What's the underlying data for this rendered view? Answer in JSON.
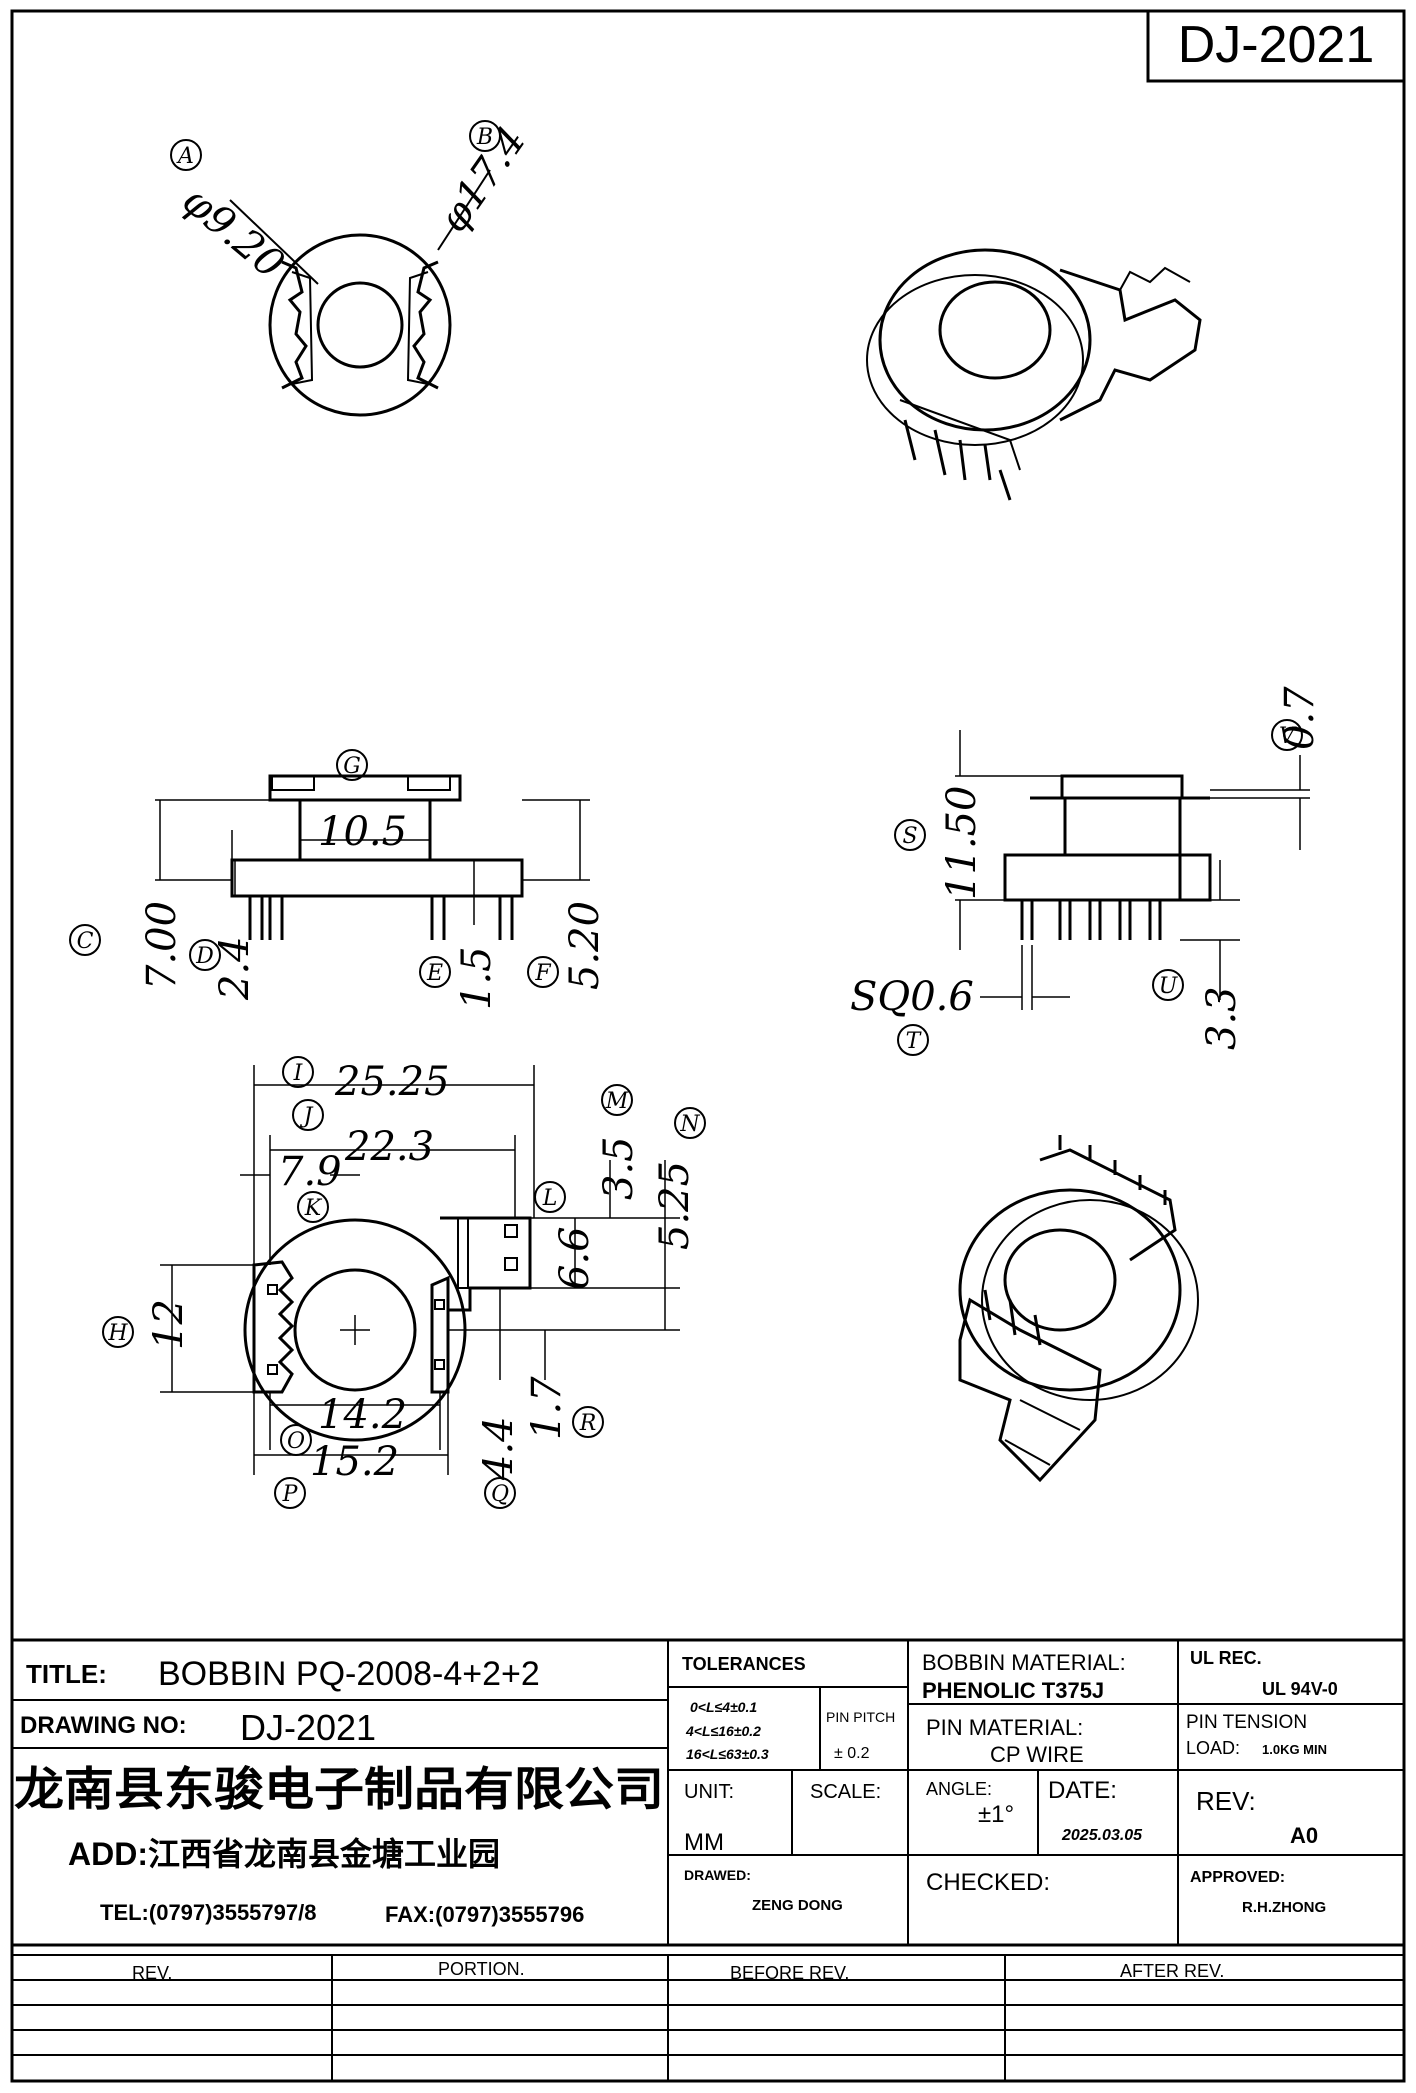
{
  "drawing_id": "DJ-2021",
  "views": {
    "top_view": {
      "labels": [
        "A",
        "B"
      ],
      "dims": [
        "φ9.20",
        "φ17.4"
      ]
    },
    "front_view": {
      "labels": [
        "G",
        "C",
        "D",
        "E",
        "F"
      ],
      "dims": [
        "10.5",
        "7.00",
        "2.4",
        "1.5",
        "5.20"
      ]
    },
    "side_view": {
      "labels": [
        "V",
        "S",
        "U",
        "T"
      ],
      "dims": [
        "0.7",
        "11.50",
        "SQ0.6",
        "3.3"
      ]
    },
    "bottom_view": {
      "labels": [
        "I",
        "J",
        "K",
        "M",
        "N",
        "L",
        "H",
        "O",
        "P",
        "Q",
        "R"
      ],
      "dims": [
        "25.25",
        "22.3",
        "7.9",
        "3.5",
        "5.25",
        "6.6",
        "12",
        "14.2",
        "15.2",
        "4.4",
        "1.7"
      ]
    }
  },
  "title_block": {
    "title_label": "TITLE:",
    "title_value": "BOBBIN PQ-2008-4+2+2",
    "drawing_no_label": "DRAWING NO:",
    "drawing_no_value": "DJ-2021",
    "company": "龙南县东骏电子制品有限公司",
    "address": "ADD:江西省龙南县金塘工业园",
    "tel": "TEL:(0797)3555797/8",
    "fax": "FAX:(0797)3555796",
    "tolerances_label": "TOLERANCES",
    "tolerances_lines": [
      "0<L≤4±0.1",
      "4<L≤16±0.2",
      "16<L≤63±0.3"
    ],
    "pin_pitch_label": "PIN PITCH",
    "pin_pitch_value": "± 0.2",
    "unit_label": "UNIT:",
    "unit_value": "MM",
    "scale_label": "SCALE:",
    "drawn_label": "DRAWED:",
    "drawn_value": "ZENG DONG",
    "bobbin_material_label": "BOBBIN MATERIAL:",
    "bobbin_material_value": "PHENOLIC   T375J",
    "pin_material_label": "PIN MATERIAL:",
    "pin_material_value": "CP WIRE",
    "angle_label": "ANGLE:",
    "angle_value": "±1°",
    "date_label": "DATE:",
    "date_value": "2025.03.05",
    "checked_label": "CHECKED:",
    "ul_rec_label": "UL REC.",
    "ul_rec_value": "UL  94V-0",
    "pin_tension_label": "PIN TENSION",
    "pin_tension_load_label": "LOAD:",
    "pin_tension_load_value": "1.0KG MIN",
    "rev_label": "REV:",
    "rev_value": "A0",
    "approved_label": "APPROVED:",
    "approved_value": "R.H.ZHONG"
  },
  "revision_table": {
    "headers": [
      "REV.",
      "PORTION.",
      "BEFORE REV.",
      "AFTER REV."
    ]
  }
}
